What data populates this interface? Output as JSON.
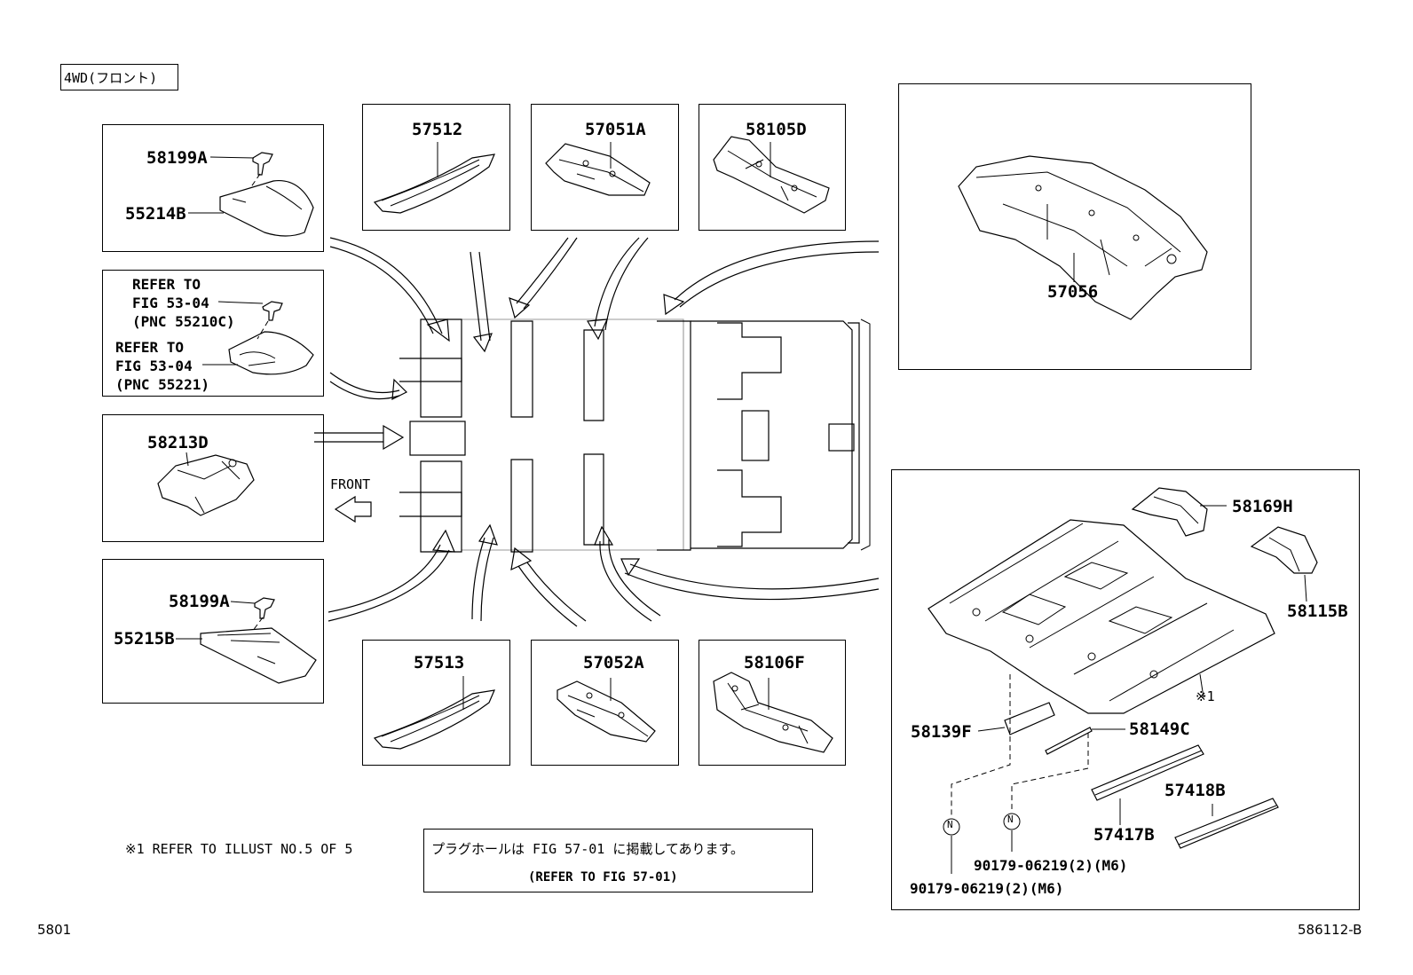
{
  "header": {
    "tag": "4WD(フロント)"
  },
  "boxes": {
    "box_58199A_55214B": {
      "parts": [
        "58199A",
        "55214B"
      ]
    },
    "box_refer": {
      "ref1_line1": "REFER TO",
      "ref1_line2": "FIG 53-04",
      "ref1_line3": "(PNC 55210C)",
      "ref2_line1": "REFER TO",
      "ref2_line2": "FIG 53-04",
      "ref2_line3": "(PNC 55221)"
    },
    "box_58213D": {
      "part": "58213D"
    },
    "box_58199A_55215B": {
      "parts": [
        "58199A",
        "55215B"
      ]
    },
    "top_row": [
      "57512",
      "57051A",
      "58105D"
    ],
    "bottom_row": [
      "57513",
      "57052A",
      "58106F"
    ],
    "big_top": {
      "part": "57056"
    },
    "big_bottom": {
      "parts": [
        "58169H",
        "58115B",
        "58139F",
        "58149C",
        "57418B",
        "57417B"
      ],
      "ref_mark": "※1",
      "bolt1": "90179-06219(2)(M6)",
      "bolt2": "90179-06219(2)(M6)",
      "bolt_symbol": "N"
    }
  },
  "front_label": "FRONT",
  "footnote": "※1  REFER TO ILLUST NO.5 OF 5",
  "note": {
    "jp": "プラグホールは FIG 57-01 に掲載してあります。",
    "en": "(REFER TO FIG 57-01)"
  },
  "footer": {
    "left": "5801",
    "right": "586112-B"
  }
}
